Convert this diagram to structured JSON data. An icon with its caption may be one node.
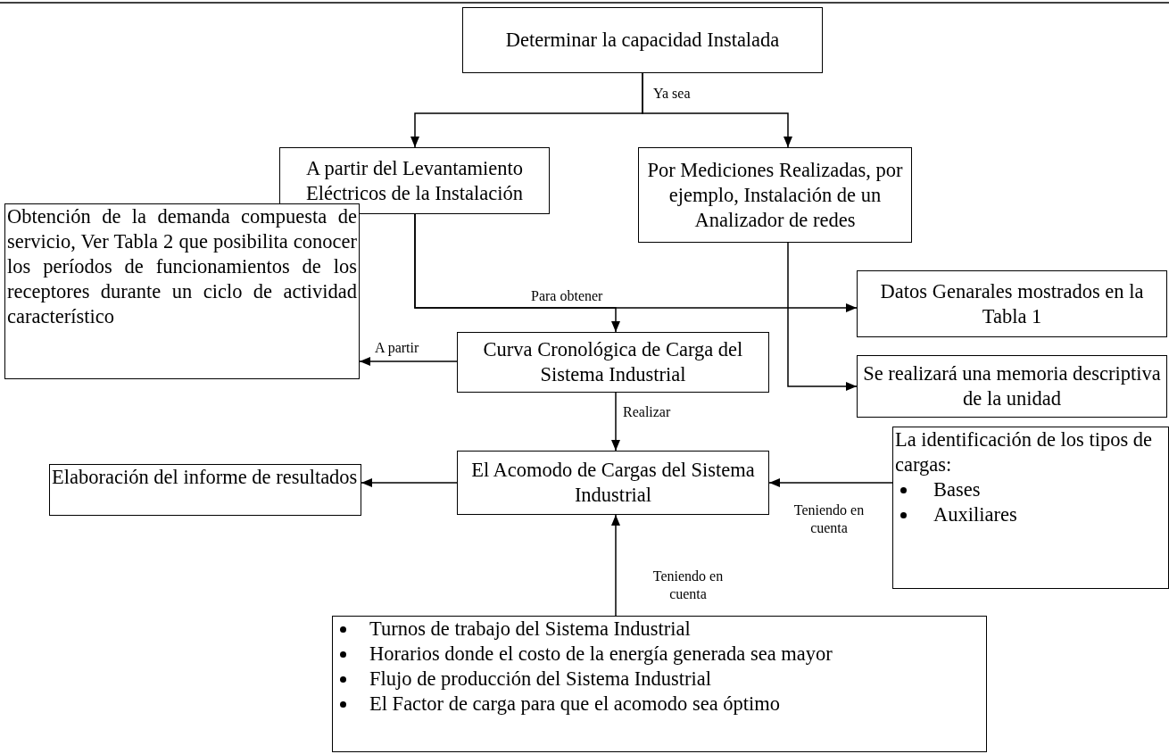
{
  "diagram": {
    "nodes": [
      {
        "text": [
          "Determinar la capacidad Instalada"
        ]
      },
      {
        "text": [
          "A partir del Levantamiento Eléctricos de la Instalación"
        ]
      },
      {
        "text": [
          "Por Mediciones Realizadas, por ejemplo, Instalación de un Analizador de redes"
        ]
      },
      {
        "text": [
          "Obtención de la demanda compuesta de servicio, Ver Tabla 2 que posibilita conocer los períodos de funcionamientos de los receptores durante un ciclo de actividad característico"
        ]
      },
      {
        "text": [
          "Datos Genarales mostrados en la Tabla 1"
        ]
      },
      {
        "text": [
          "Curva Cronológica de Carga del Sistema Industrial"
        ]
      },
      {
        "text": [
          "Se realizará una memoria descriptiva de la unidad"
        ]
      },
      {
        "text": [
          "Elaboración del informe de resultados"
        ]
      },
      {
        "text": [
          "El Acomodo de Cargas del Sistema Industrial"
        ]
      },
      {
        "text": [
          "La identificación de los tipos de cargas:",
          "Bases",
          "Auxiliares"
        ]
      },
      {
        "text": [
          "Turnos de trabajo del Sistema Industrial",
          "Horarios donde el costo de la energía generada sea mayor",
          "Flujo de producción del Sistema Industrial",
          "El Factor de carga para que el acomodo sea óptimo"
        ]
      }
    ],
    "edges": [
      {
        "from": 0,
        "to": 1,
        "arrow": "to",
        "label": "Ya sea"
      },
      {
        "from": 0,
        "to": 2,
        "arrow": "to"
      },
      {
        "from": 1,
        "to": 4,
        "arrow": "to"
      },
      {
        "from": 1,
        "to": 5,
        "arrow": "to",
        "label": "Para obtener"
      },
      {
        "from": 2,
        "to": 6,
        "arrow": "to"
      },
      {
        "from": 5,
        "to": 3,
        "arrow": "to",
        "label": "A partir"
      },
      {
        "from": 5,
        "to": 8,
        "arrow": "to",
        "label": "Realizar"
      },
      {
        "from": 8,
        "to": 7,
        "arrow": "to"
      },
      {
        "from": 9,
        "to": 8,
        "arrow": "to",
        "label": "Teniendo en cuenta"
      },
      {
        "from": 10,
        "to": 8,
        "arrow": "to",
        "label": "Teniendo en cuenta"
      }
    ]
  }
}
